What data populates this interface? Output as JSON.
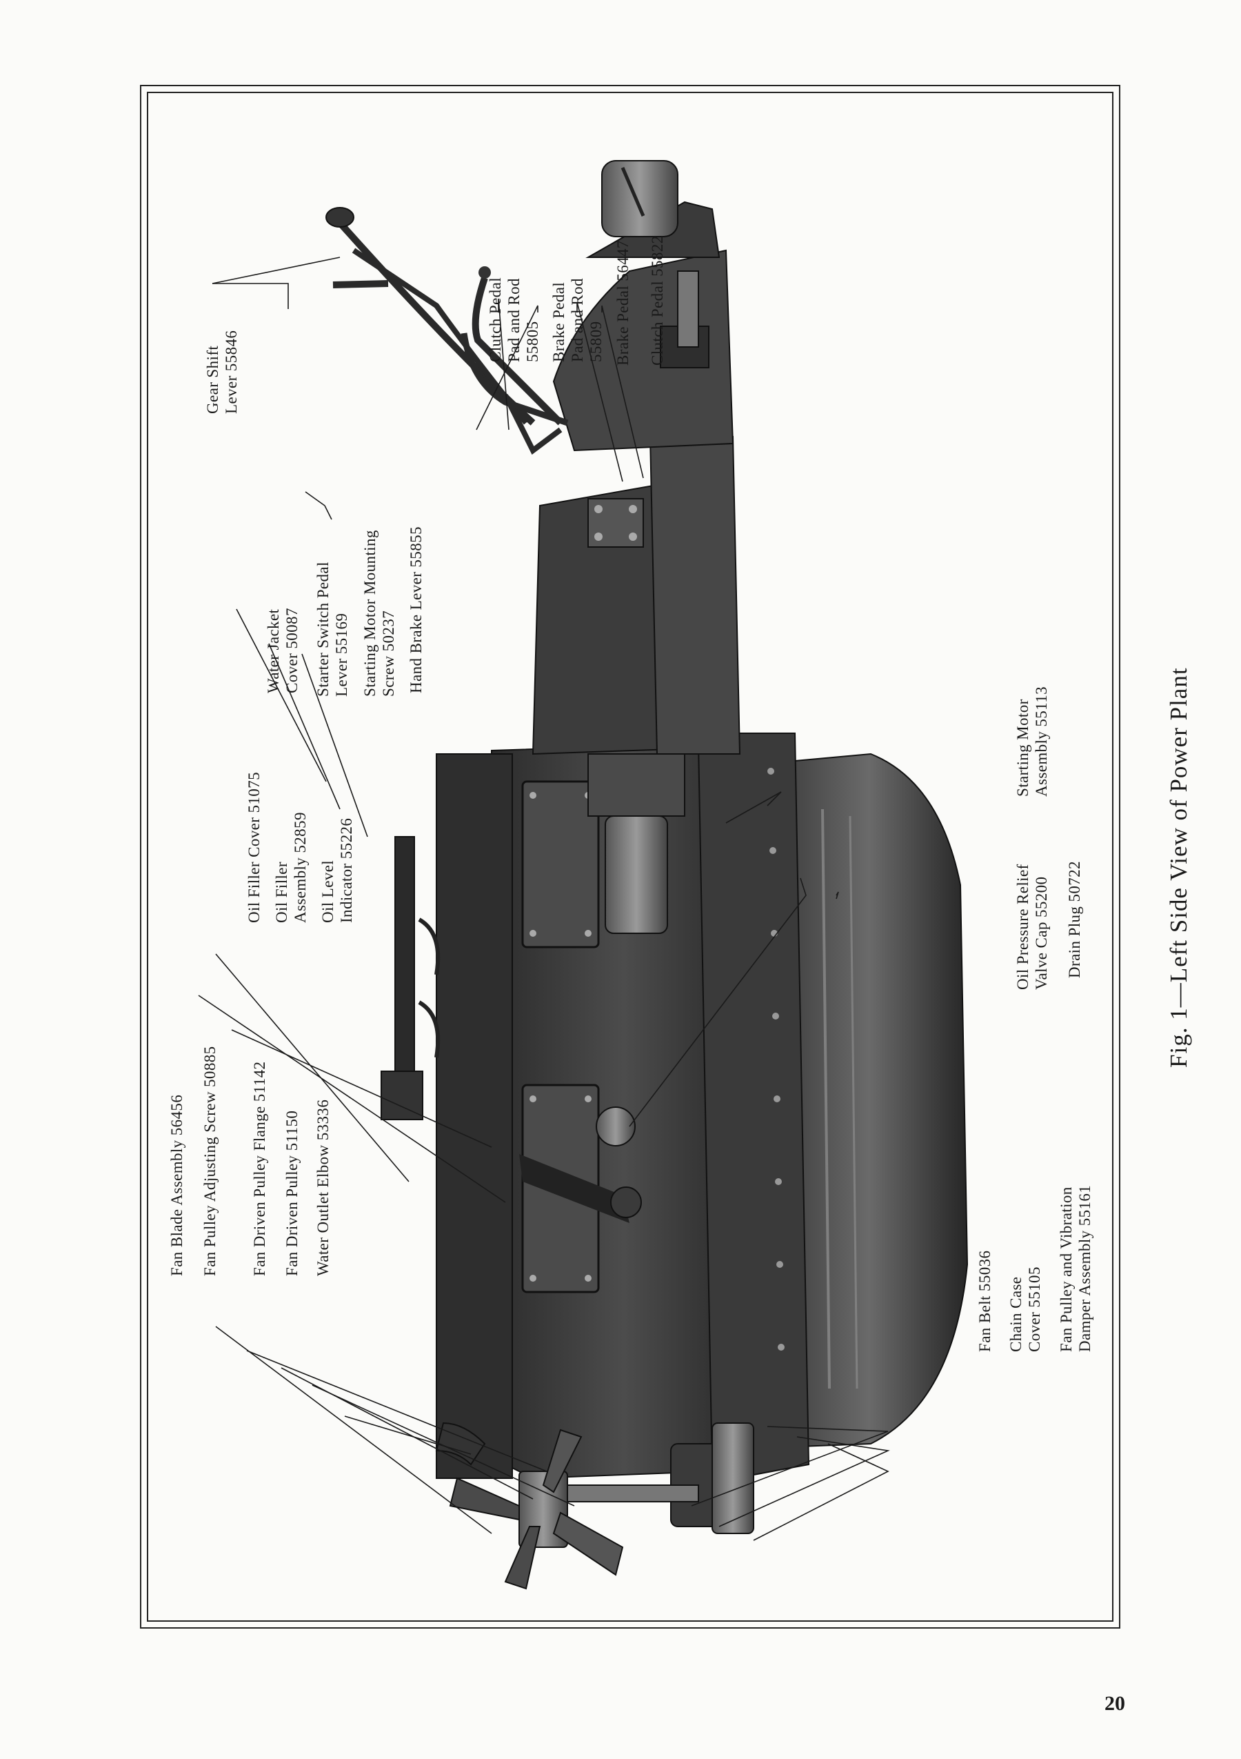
{
  "figure": {
    "caption": "Fig. 1—Left Side View of Power Plant"
  },
  "labels": {
    "gear_shift_lever": "Gear Shift\nLever 55846",
    "clutch_pedal_pad_rod": "Clutch Pedal\nPad and Rod\n55805",
    "brake_pedal_pad_rod": "Brake Pedal\nPad and Rod\n55809",
    "brake_pedal": "Brake Pedal 56447",
    "clutch_pedal": "Clutch Pedal 55822",
    "water_jacket_cover": "Water Jacket\nCover 50087",
    "starter_switch_pedal_lever": "Starter Switch Pedal\nLever 55169",
    "starting_motor_mounting_screw": "Starting Motor Mounting\nScrew 50237",
    "hand_brake_lever": "Hand Brake Lever 55855",
    "oil_filler_cover": "Oil Filler Cover 51075",
    "oil_filler_assembly": "Oil Filler\nAssembly 52859",
    "oil_level_indicator": "Oil Level\nIndicator 55226",
    "starting_motor_assembly": "Starting Motor\nAssembly 55113",
    "oil_pressure_relief_valve_cap": "Oil Pressure Relief\nValve Cap 55200",
    "drain_plug": "Drain Plug 50722",
    "fan_blade_assembly": "Fan Blade Assembly 56456",
    "fan_pulley_adjusting_screw": "Fan Pulley Adjusting Screw 50885",
    "fan_driven_pulley_flange": "Fan Driven Pulley Flange 51142",
    "fan_driven_pulley": "Fan Driven Pulley 51150",
    "water_outlet_elbow": "Water Outlet Elbow 53336",
    "fan_belt": "Fan Belt 55036",
    "chain_case_cover": "Chain Case\nCover 55105",
    "fan_pulley_vibration_damper": "Fan Pulley and Vibration\nDamper Assembly 55161"
  },
  "page": {
    "number": "20"
  }
}
